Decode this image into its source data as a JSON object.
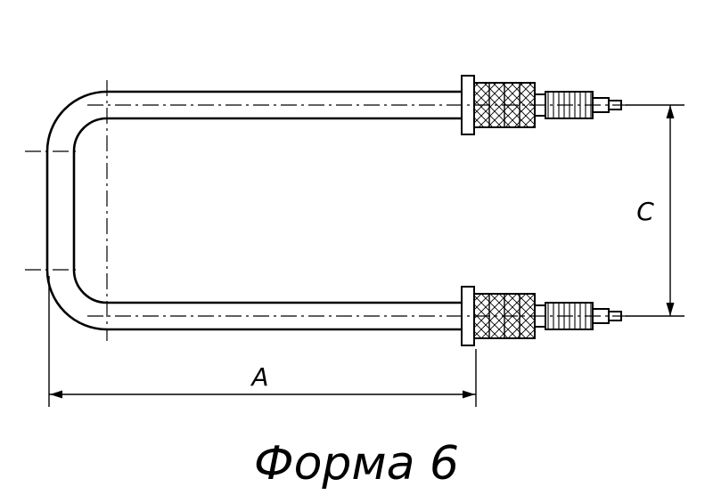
{
  "figure": {
    "caption": "Форма 6",
    "dimension_labels": {
      "length": "A",
      "height": "C"
    },
    "colors": {
      "line": "#000000",
      "background": "#ffffff"
    },
    "parts": {
      "tube": "u-shaped-heating-tube",
      "terminal": [
        "flange",
        "hex-bushing",
        "neck",
        "threaded-stud",
        "terminal-pin"
      ]
    }
  }
}
